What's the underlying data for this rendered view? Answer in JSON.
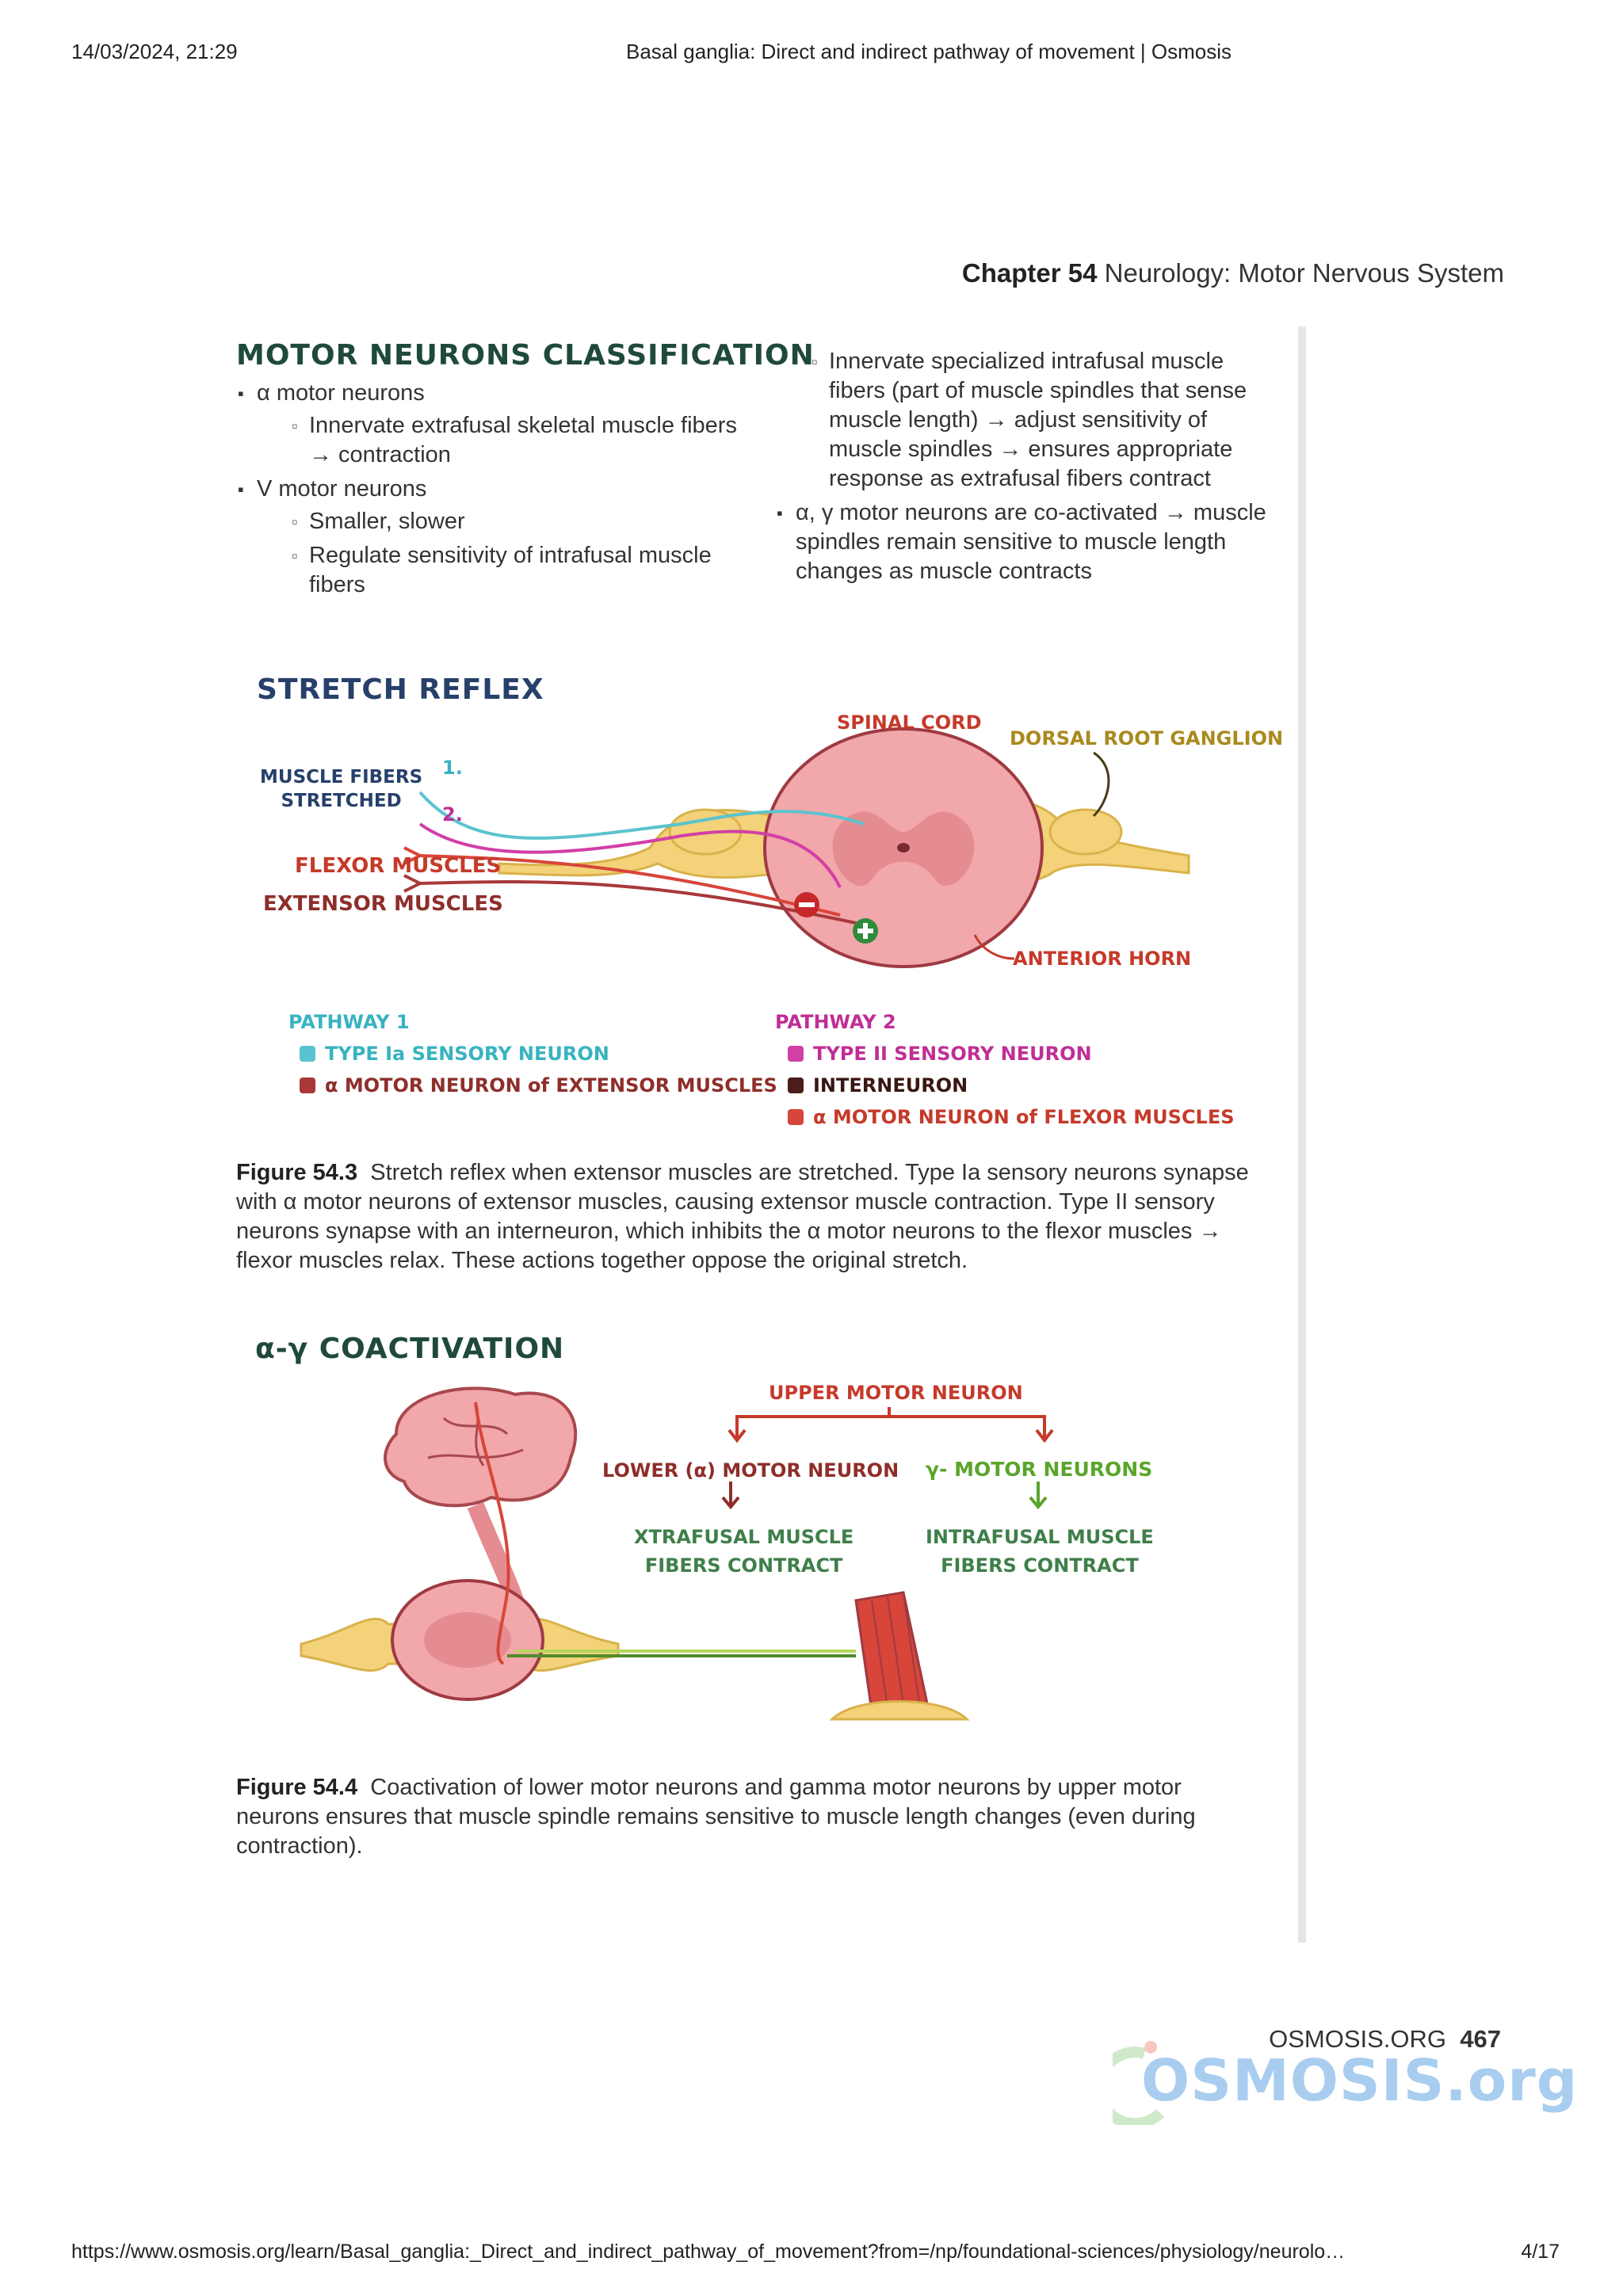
{
  "browser_header": {
    "timestamp": "14/03/2024, 21:29",
    "page_title": "Basal ganglia: Direct and indirect pathway of movement | Osmosis"
  },
  "chapter": {
    "number": "Chapter 54",
    "title": "Neurology: Motor Nervous System"
  },
  "classification": {
    "heading": "MOTOR NEURONS CLASSIFICATION",
    "alpha": "α motor neurons",
    "alpha_sub": [
      "Innervate extrafusal skeletal muscle fibers → contraction"
    ],
    "gamma": "V motor neurons",
    "gamma_sub": [
      "Smaller, slower",
      "Regulate sensitivity of intrafusal muscle fibers"
    ],
    "gamma_sub_cont": "Innervate specialized intrafusal muscle fibers (part of muscle spindles that sense muscle length) → adjust sensitivity of muscle spindles → ensures appropriate response as extrafusal fibers contract",
    "coactivated": "α, γ motor neurons are co-activated → muscle spindles remain sensitive to muscle length changes as muscle contracts"
  },
  "stretch_reflex": {
    "heading": "STRETCH REFLEX",
    "labels": {
      "spinal_cord": "SPINAL CORD",
      "dorsal_root_ganglion": "DORSAL ROOT GANGLION",
      "muscle_fibers_line1": "MUSCLE FIBERS",
      "muscle_fibers_line2": "STRETCHED",
      "num1": "1.",
      "num2": "2.",
      "flexor": "FLEXOR MUSCLES",
      "extensor": "EXTENSOR MUSCLES",
      "anterior_horn": "ANTERIOR HORN"
    },
    "legend": {
      "pathway1": {
        "title": "PATHWAY 1",
        "items": [
          {
            "label": "TYPE Ia SENSORY NEURON",
            "color": "#5bc3cf"
          },
          {
            "label": "α MOTOR NEURON of EXTENSOR MUSCLES",
            "color": "#a8383a"
          }
        ]
      },
      "pathway2": {
        "title": "PATHWAY 2",
        "items": [
          {
            "label": "TYPE II SENSORY NEURON",
            "color": "#d23fa6"
          },
          {
            "label": "INTERNEURON",
            "color": "#4a1e1a"
          },
          {
            "label": "α MOTOR NEURON of FLEXOR MUSCLES",
            "color": "#d8453a"
          }
        ]
      }
    }
  },
  "figure_54_3": {
    "label": "Figure 54.3",
    "text": "Stretch reflex when extensor muscles are stretched. Type Ia sensory neurons synapse with α motor neurons of extensor muscles, causing extensor muscle contraction. Type II sensory neurons synapse with an interneuron, which inhibits the α motor neurons to the flexor muscles → flexor muscles relax. These actions together oppose the original stretch."
  },
  "coactivation": {
    "heading": "α-γ COACTIVATION",
    "upper": "UPPER MOTOR NEURON",
    "lower": "LOWER (α) MOTOR NEURON",
    "gamma": "γ- MOTOR NEURONS",
    "extrafusal_line1": "XTRAFUSAL MUSCLE",
    "extrafusal_line2": "FIBERS CONTRACT",
    "intrafusal_line1": "INTRAFUSAL MUSCLE",
    "intrafusal_line2": "FIBERS CONTRACT"
  },
  "figure_54_4": {
    "label": "Figure 54.4",
    "text": "Coactivation of lower motor neurons and gamma motor neurons by upper motor neurons ensures that muscle spindle remains sensitive to muscle length changes (even during contraction)."
  },
  "footer": {
    "site": "OSMOSIS.ORG",
    "page_number": "467",
    "logo_text": "OSMOSIS.org",
    "url": "https://www.osmosis.org/learn/Basal_ganglia:_Direct_and_indirect_pathway_of_movement?from=/np/foundational-sciences/physiology/neurolo…",
    "page_count": "4/17"
  },
  "colors": {
    "heading_green": "#1f4a3a",
    "stretch_navy": "#27406b",
    "red_label": "#c53a2a",
    "gold": "#a98a1e",
    "teal": "#38b3c0",
    "magenta": "#c02e96",
    "gamma_green": "#5aa52a"
  }
}
